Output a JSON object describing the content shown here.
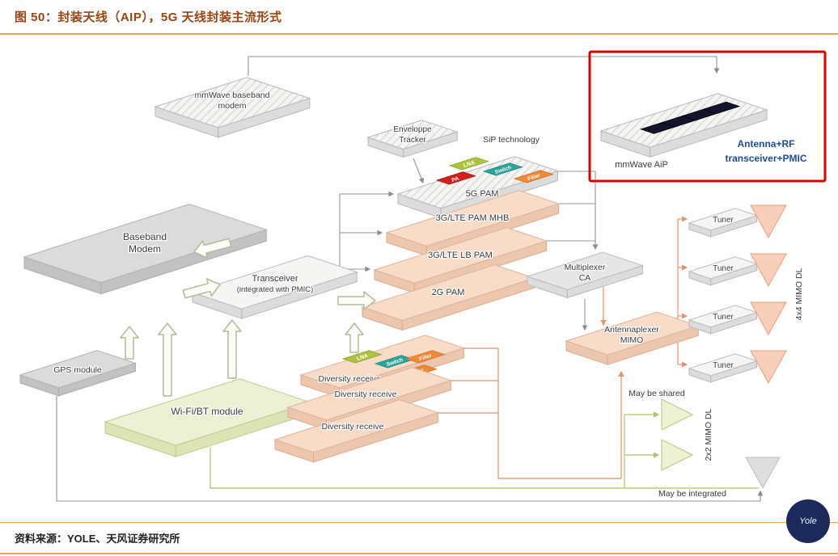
{
  "header": {
    "title": "图 50：封装天线（AIP），5G 天线封装主流形式"
  },
  "footer": {
    "source": "资料来源：YOLE、天风证券研究所"
  },
  "colors": {
    "title": "#9c4312",
    "rule": "#f2a359",
    "highlight_box": "#d90000",
    "aip_text": "#1f4e9c",
    "logo_circle": "#1b2a5a",
    "pam_fill": "#f9dcc8",
    "wifi_fill": "#edf1d3"
  },
  "diagram": {
    "mmwave_modem": {
      "line1": "mmWave baseband",
      "line2": "modem"
    },
    "envelope_tracker": {
      "line1": "Enveloppe",
      "line2": "Tracker"
    },
    "sip_technology": "SiP technology",
    "chip_labels": {
      "lna": "LNA",
      "switch": "Switch",
      "filter": "Filter",
      "pa": "PA"
    },
    "pam_stack": {
      "pam_5g": "5G PAM",
      "pam_mhb": "3G/LTE PAM MHB",
      "pam_lb": "3G/LTE LB PAM",
      "pam_2g": "2G PAM"
    },
    "baseband_modem": {
      "line1": "Baseband",
      "line2": "Modem"
    },
    "transceiver": {
      "line1": "Transceiver",
      "line2": "(integrated with PMIC)"
    },
    "gps_module": {
      "label": "GPS module"
    },
    "wifi_bt_module": {
      "label": "Wi-Fi/BT module"
    },
    "diversity_receive": {
      "label": "Diversity receive"
    },
    "multiplexer": {
      "line1": "Multiplexer",
      "line2": "CA"
    },
    "antennaplexer": {
      "line1": "Antennaplexer",
      "line2": "MIMO"
    },
    "tuner": {
      "label": "Tuner"
    },
    "mimo_4x4": "4x4 MIMO DL",
    "mimo_2x2": "2x2 MIMO DL",
    "may_be_shared": "May be shared",
    "may_be_integrated": "May be integrated",
    "aip_box": {
      "label": "mmWave AiP",
      "desc_line1": "Antenna+RF",
      "desc_line2": "transceiver+PMIC"
    },
    "logo": "Yole"
  }
}
